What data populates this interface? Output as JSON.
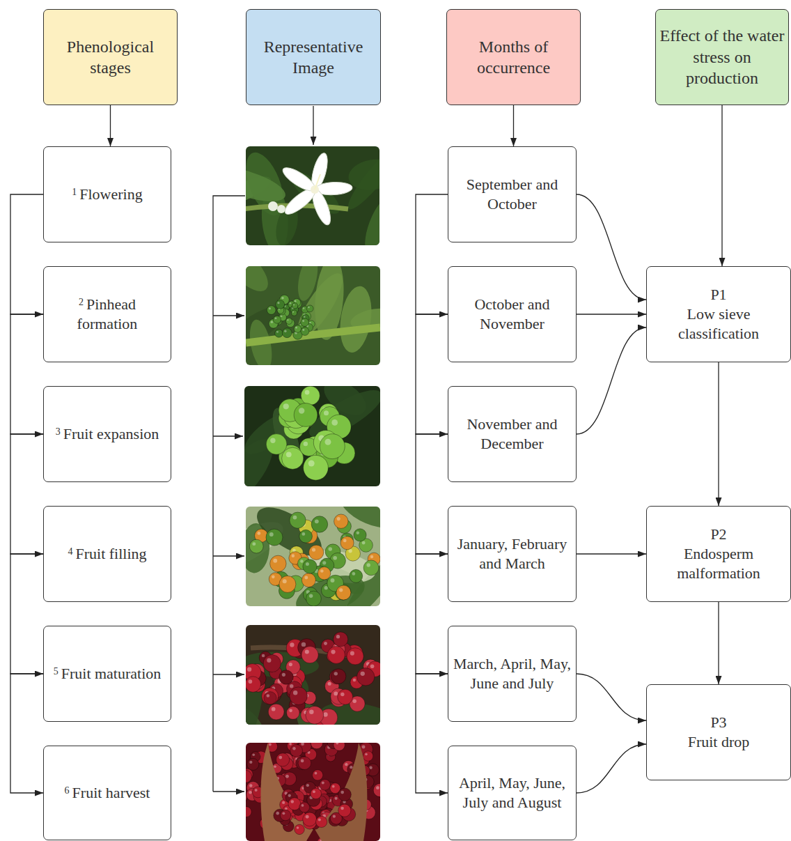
{
  "diagram": {
    "nodes": [
      {
        "text": [
          "Phenological stages"
        ]
      },
      {
        "text": [
          "Representative Image"
        ]
      },
      {
        "text": [
          "Months of occurrence"
        ]
      },
      {
        "text": [
          "Effect of the water stress on production"
        ]
      },
      {
        "text": [
          "1",
          "Flowering"
        ]
      },
      {
        "text": [
          "2",
          "Pinhead formation"
        ]
      },
      {
        "text": [
          "3",
          "Fruit expansion"
        ]
      },
      {
        "text": [
          "4",
          "Fruit filling"
        ]
      },
      {
        "text": [
          "5",
          "Fruit maturation"
        ]
      },
      {
        "text": [
          "6",
          "Fruit harvest"
        ]
      },
      {
        "text": [
          "September and October"
        ]
      },
      {
        "text": [
          "October and November"
        ]
      },
      {
        "text": [
          "November and December"
        ]
      },
      {
        "text": [
          "January, February and March"
        ]
      },
      {
        "text": [
          "March, April, May, June and July"
        ]
      },
      {
        "text": [
          "April, May, June, July and August"
        ]
      },
      {
        "text": [
          "P1",
          "Low sieve classification"
        ]
      },
      {
        "text": [
          "P2",
          "Endosperm malformation"
        ]
      },
      {
        "text": [
          "P3",
          "Fruit drop"
        ]
      }
    ],
    "edges": [
      {
        "from": 0,
        "to": 4,
        "arrow": "to"
      },
      {
        "from": 2,
        "to": 10,
        "arrow": "to"
      },
      {
        "from": 3,
        "to": 16,
        "arrow": "to"
      },
      {
        "from": 4,
        "to": 5,
        "arrow": "to"
      },
      {
        "from": 5,
        "to": 6,
        "arrow": "to"
      },
      {
        "from": 6,
        "to": 7,
        "arrow": "to"
      },
      {
        "from": 7,
        "to": 8,
        "arrow": "to"
      },
      {
        "from": 8,
        "to": 9,
        "arrow": "to"
      },
      {
        "from": 10,
        "to": 11,
        "arrow": "to"
      },
      {
        "from": 11,
        "to": 12,
        "arrow": "to"
      },
      {
        "from": 12,
        "to": 13,
        "arrow": "to"
      },
      {
        "from": 13,
        "to": 14,
        "arrow": "to"
      },
      {
        "from": 14,
        "to": 15,
        "arrow": "to"
      },
      {
        "from": 10,
        "to": 16,
        "arrow": "to"
      },
      {
        "from": 11,
        "to": 16,
        "arrow": "to"
      },
      {
        "from": 12,
        "to": 16,
        "arrow": "to"
      },
      {
        "from": 13,
        "to": 17,
        "arrow": "to"
      },
      {
        "from": 14,
        "to": 18,
        "arrow": "to"
      },
      {
        "from": 15,
        "to": 18,
        "arrow": "to"
      },
      {
        "from": 16,
        "to": 17,
        "arrow": "to"
      },
      {
        "from": 17,
        "to": 18,
        "arrow": "to"
      }
    ]
  }
}
